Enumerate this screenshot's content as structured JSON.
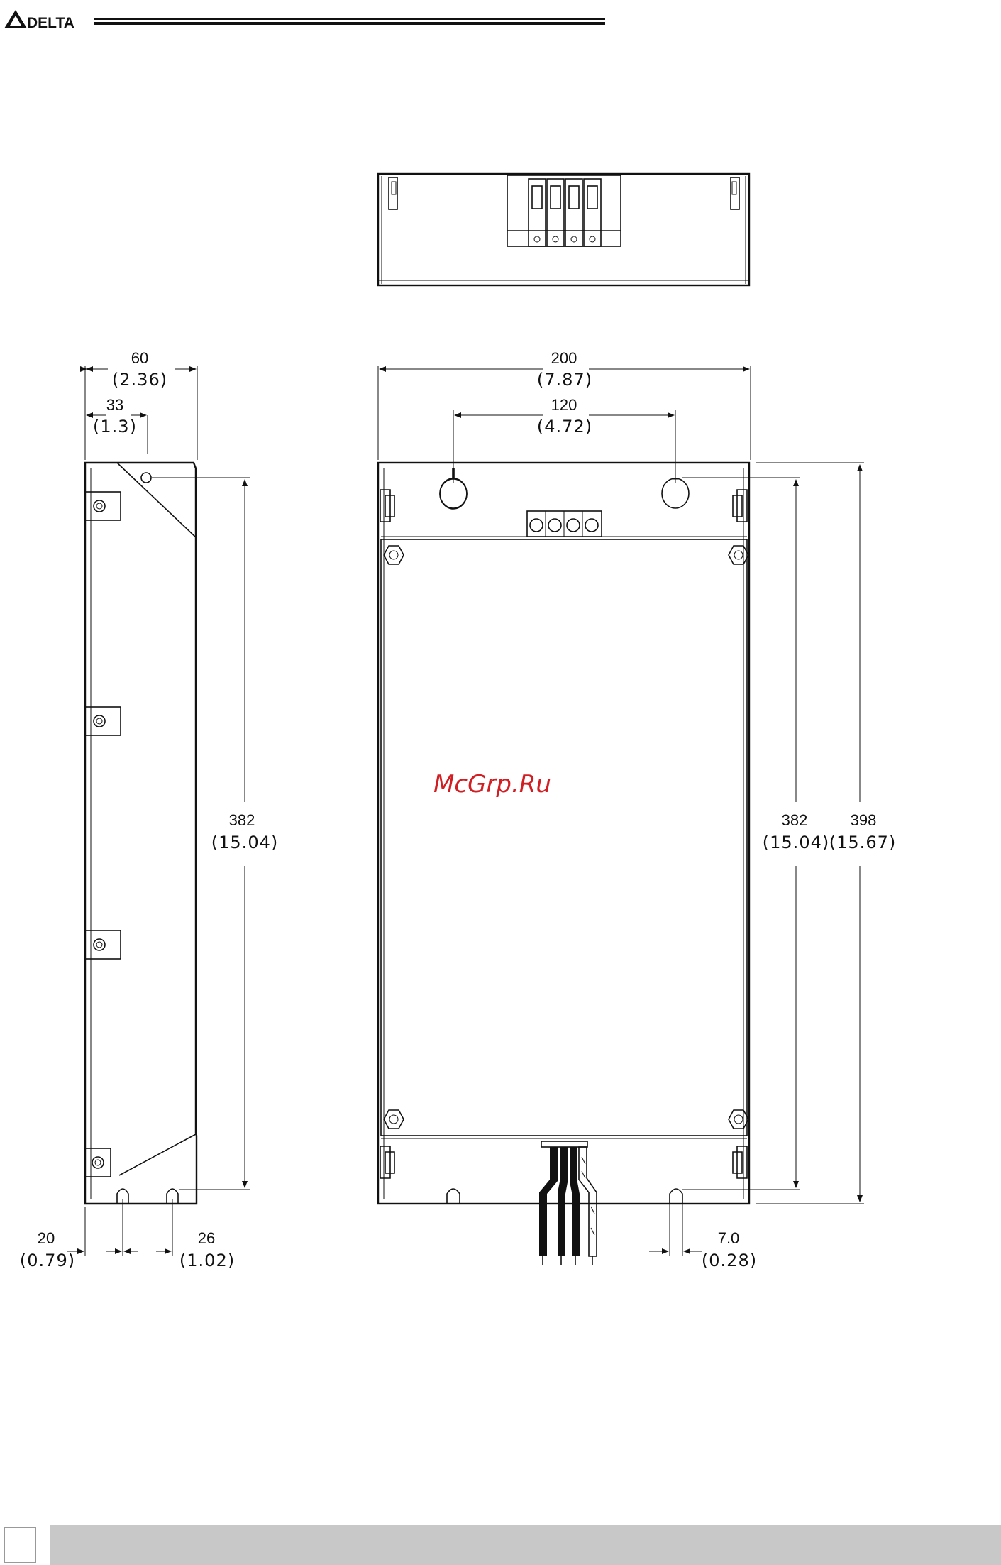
{
  "header": {
    "brand": "DELTA"
  },
  "watermark": "McGrp.Ru",
  "side_view": {
    "width_mm": "60",
    "width_in": "(2.36)",
    "offset_mm": "33",
    "offset_in": "(1.3)",
    "height_mm": "382",
    "height_in": "(15.04)",
    "slot1_mm": "20",
    "slot1_in": "(0.79)",
    "slot2_mm": "26",
    "slot2_in": "(1.02)"
  },
  "front_view": {
    "width_mm": "200",
    "width_in": "(7.87)",
    "hole_spacing_mm": "120",
    "hole_spacing_in": "(4.72)",
    "mount_height_mm": "382",
    "mount_height_in": "(15.04)",
    "total_height_mm": "398",
    "total_height_in": "(15.67)",
    "slot_width_mm": "7.0",
    "slot_width_in": "(0.28)"
  },
  "colors": {
    "line": "#111111",
    "watermark": "#d21e23",
    "footer": "#c8c8c8"
  }
}
